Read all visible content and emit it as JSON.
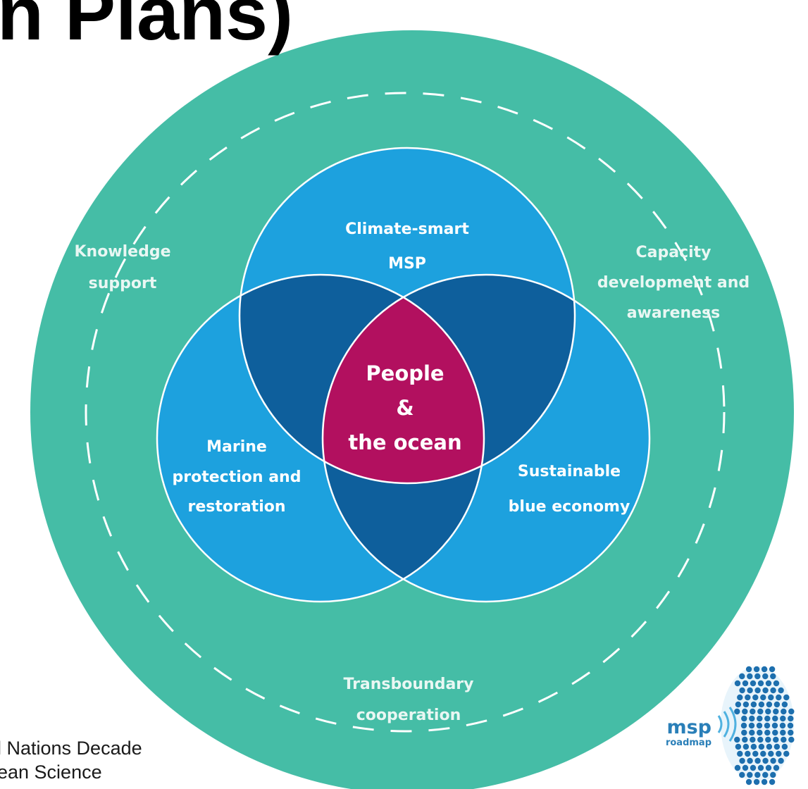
{
  "title": "n Plans)",
  "footer": {
    "line1": "l Nations Decade",
    "line2": "ean Science"
  },
  "colors": {
    "outer_ring": "#45bda6",
    "circle_fill": "#1da1de",
    "pair_overlap": "#0e5f9c",
    "center": "#b2105f",
    "lines": "#ffffff"
  },
  "diagram": {
    "center": [
      "People",
      "&",
      "the ocean"
    ],
    "top_circle": [
      "Climate-smart",
      "MSP"
    ],
    "left_circle": [
      "Marine",
      "protection and",
      "restoration"
    ],
    "right_circle": [
      "Sustainable",
      "blue economy"
    ],
    "ring_left": [
      "Knowledge",
      "support"
    ],
    "ring_right": [
      "Capacity",
      "development and",
      "awareness"
    ],
    "ring_bottom": [
      "Transboundary",
      "cooperation"
    ]
  },
  "logo": {
    "name": "msp",
    "sub": "roadmap"
  }
}
